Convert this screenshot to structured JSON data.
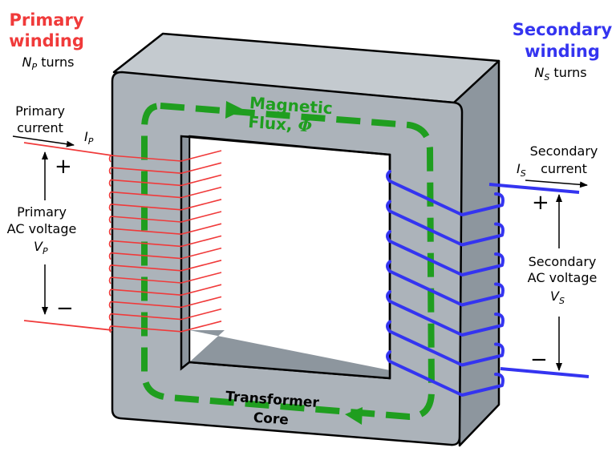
{
  "primary": {
    "title_line1": "Primary",
    "title_line2": "winding",
    "turns_var": "N",
    "turns_sub": "P",
    "turns_word": " turns",
    "current_line1": "Primary",
    "current_line2": "current",
    "current_var": "I",
    "current_sub": "P",
    "plus": "+",
    "minus": "−",
    "voltage_line1": "Primary",
    "voltage_line2": "AC voltage",
    "voltage_var": "V",
    "voltage_sub": "P"
  },
  "secondary": {
    "title_line1": "Secondary",
    "title_line2": "winding",
    "turns_var": "N",
    "turns_sub": "S",
    "turns_word": " turns",
    "current_line1": "Secondary",
    "current_line2": "current",
    "current_var": "I",
    "current_sub": "S",
    "plus": "+",
    "minus": "−",
    "voltage_line1": "Secondary",
    "voltage_line2": "AC voltage",
    "voltage_var": "V",
    "voltage_sub": "S"
  },
  "flux": {
    "line1": "Magnetic",
    "line2_word": "Flux,",
    "symbol": "Φ"
  },
  "core": {
    "line1": "Transformer",
    "line2": "Core"
  },
  "colors": {
    "primary": "#f03a3a",
    "secondary": "#3434f0",
    "flux": "#1f9e1f",
    "core_front": "#acb3ba",
    "core_top": "#c4cacf",
    "core_side": "#8d969e"
  },
  "winding": {
    "primary_turns_drawn": 15,
    "secondary_turns_drawn": 7
  }
}
